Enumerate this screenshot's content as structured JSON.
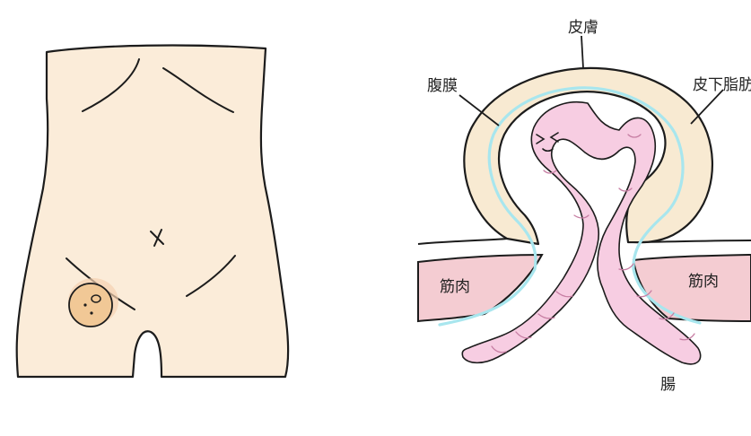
{
  "labels": {
    "skin": "皮膚",
    "peritoneum": "腹膜",
    "subcutaneous_fat": "皮下脂肪",
    "muscle_left": "筋肉",
    "muscle_right": "筋肉",
    "intestine": "腸"
  },
  "colors": {
    "outline": "#1c1c1c",
    "skin_fill": "#fbecd9",
    "fat_fill": "#f8ead2",
    "peritoneum_line": "#a8e6ee",
    "muscle_fill": "#f4ccd2",
    "intestine_fill": "#f7cde2",
    "stoma_fill": "#f1c896",
    "background": "#ffffff"
  }
}
